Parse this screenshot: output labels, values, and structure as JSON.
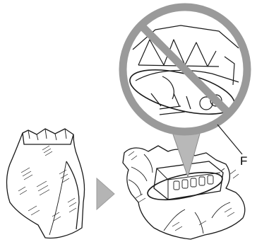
{
  "figure": {
    "callout_label": "F"
  },
  "colors": {
    "outline": "#1a1a1a",
    "magnifier_gray": "#9a9a9a",
    "arrow_gray": "#b4b4b4",
    "paper_white": "#ffffff"
  },
  "icons": {
    "prohibition": "no-touch-circle-slash",
    "process_arrow": "right-pointing-triangle"
  }
}
